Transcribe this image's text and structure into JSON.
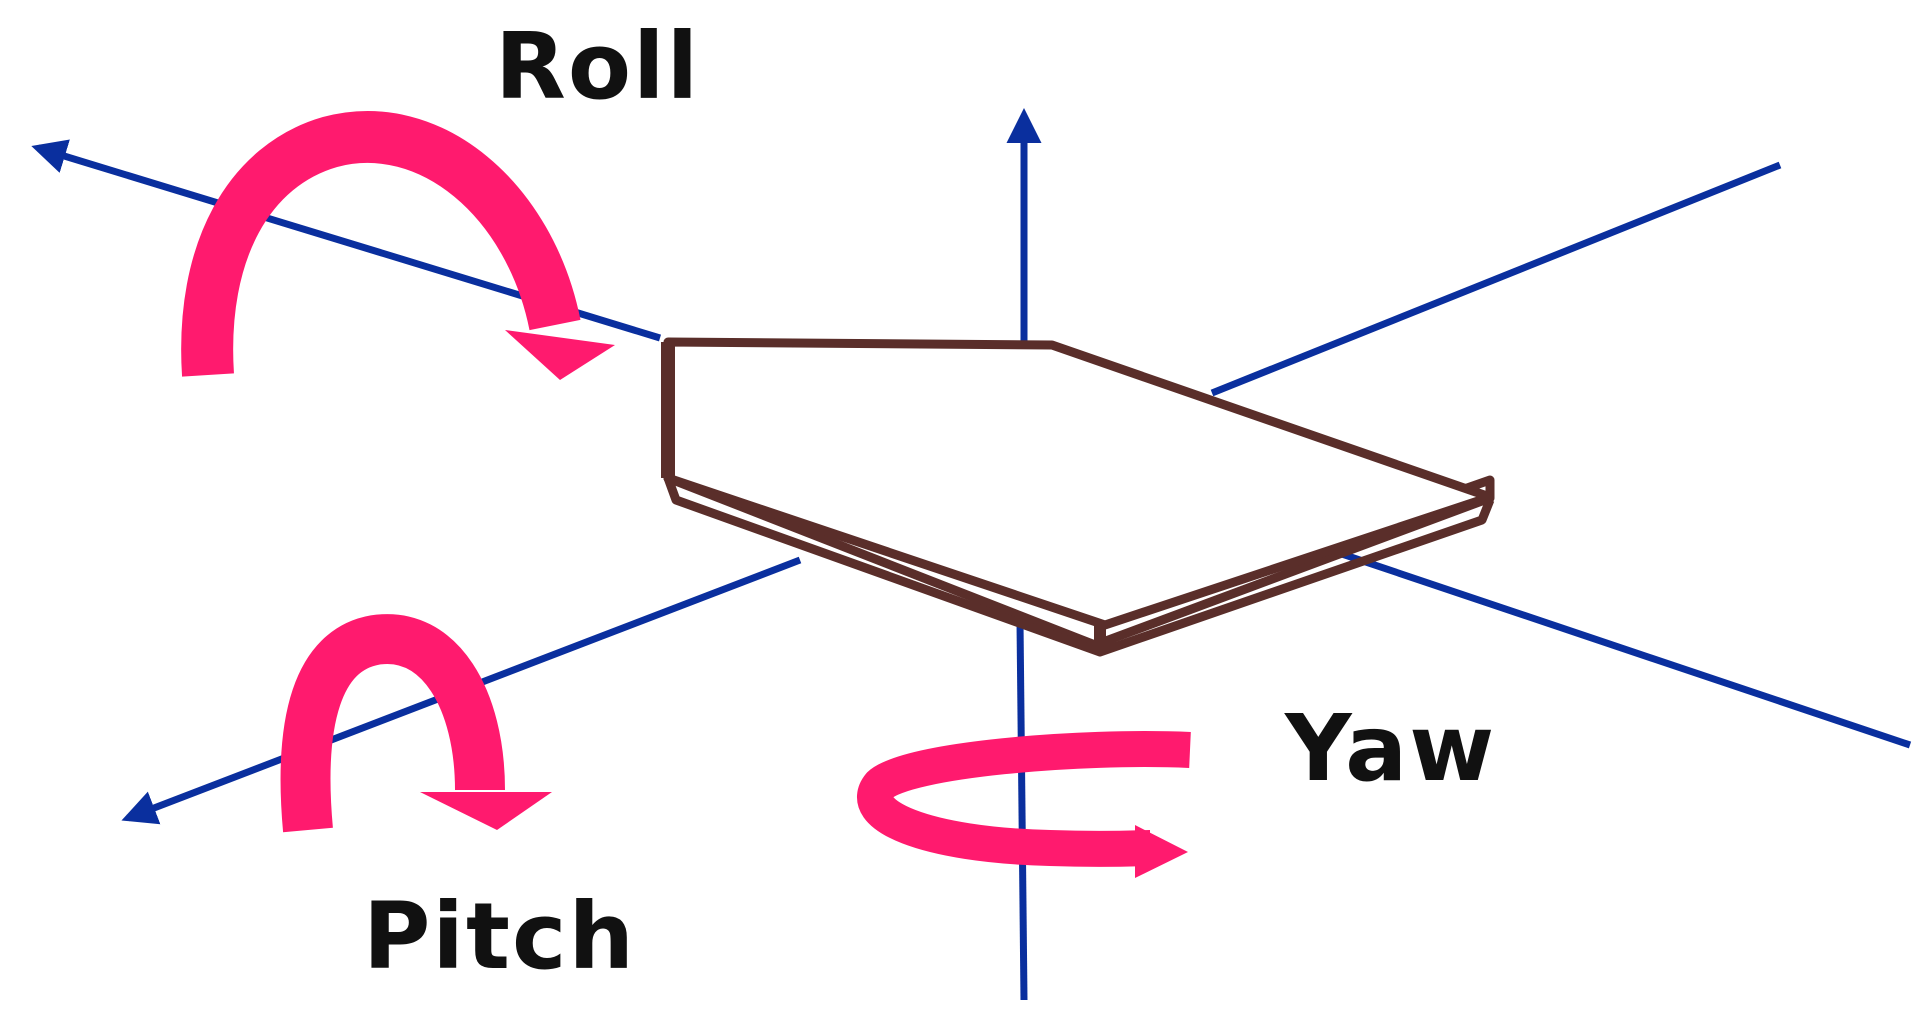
{
  "labels": {
    "roll": "Roll",
    "pitch": "Pitch",
    "yaw": "Yaw"
  },
  "colors": {
    "axis": "#0a2f9e",
    "rotation_arrow": "#ff1a6e",
    "plate_outline": "#5a2e2a",
    "label_text": "#111111",
    "background": "#ffffff"
  },
  "icons": {
    "roll": "curved-rotation-arrow-icon",
    "pitch": "curved-rotation-arrow-icon",
    "yaw": "circular-rotation-arrow-icon"
  }
}
